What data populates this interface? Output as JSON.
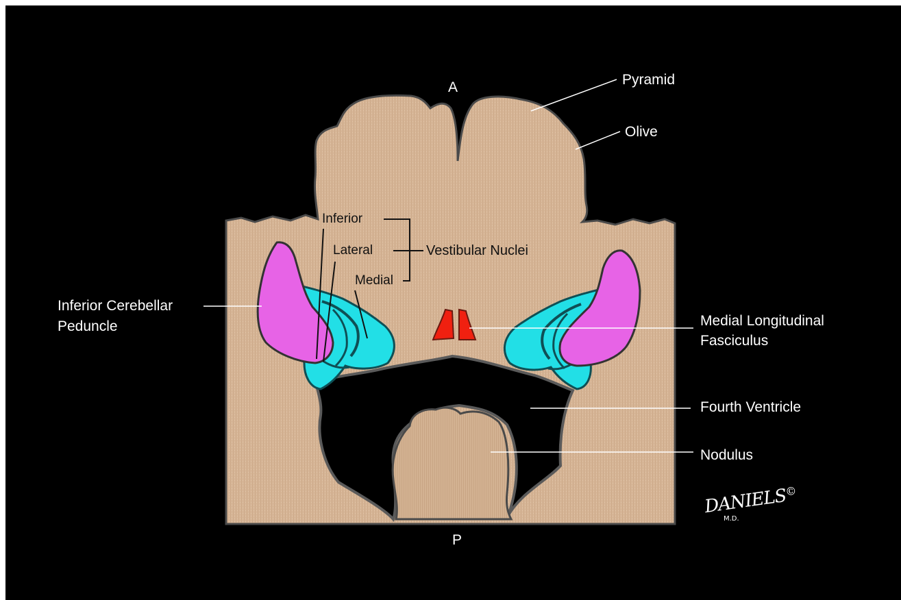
{
  "orientation": {
    "anterior": "A",
    "posterior": "P"
  },
  "labels": {
    "pyramid": "Pyramid",
    "olive": "Olive",
    "inferior": "Inferior",
    "lateral": "Lateral",
    "medial": "Medial",
    "vestibular_nuclei": "Vestibular Nuclei",
    "inferior_cerebellar_line1": "Inferior Cerebellar",
    "inferior_cerebellar_line2": "Peduncle",
    "mlf_line1": "Medial Longitudinal",
    "mlf_line2": "Fasciculus",
    "fourth_ventricle": "Fourth Ventricle",
    "nodulus": "Nodulus"
  },
  "signature": {
    "name": "DANIELS",
    "suffix": "M.D.",
    "symbol": "©"
  },
  "colors": {
    "background": "#000000",
    "tissue": "#d6b596",
    "inferior_cerebellar_peduncle": "#e763e6",
    "vestibular_nuclei": "#22dfe6",
    "medial_longitudinal_fasciculus": "#f02010",
    "label_lines": "#ffffff"
  }
}
